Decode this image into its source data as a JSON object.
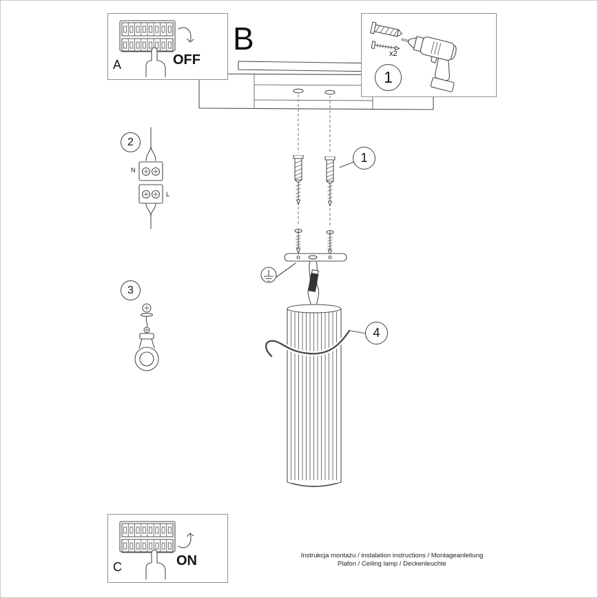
{
  "panel_a": {
    "label": "A",
    "action": "OFF"
  },
  "section_b": {
    "label": "B"
  },
  "panel_c": {
    "label": "C",
    "action": "ON"
  },
  "tools": {
    "step": "1",
    "quantity": "x2"
  },
  "steps": {
    "plugs": "1",
    "wiring": "2",
    "ground": "3",
    "band": "4"
  },
  "wiring": {
    "neutral": "N",
    "live": "L"
  },
  "footer": {
    "line1": "Instrukcja montażu / instalation instructions / Montageanleitung",
    "line2": "Plafon / Ceiling lamp / Deckenleuchte"
  },
  "colors": {
    "ink": "#4b4b4b",
    "panel_border": "#8f8f8f",
    "text": "#111111"
  }
}
